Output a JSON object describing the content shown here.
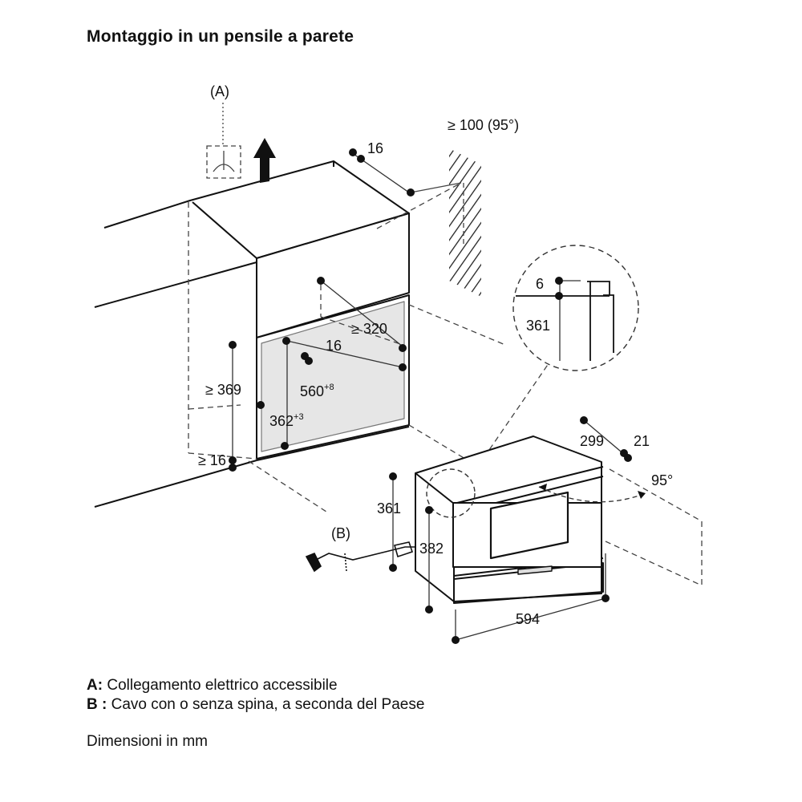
{
  "title": "Montaggio in un pensile a parete",
  "labels": {
    "marker_a": "(A)",
    "marker_b": "(B)",
    "clearance_top": "≥ 100 (95°)",
    "dim_16_top": "16",
    "dim_320": "≥ 320",
    "dim_16_inner": "16",
    "dim_369": "≥ 369",
    "dim_560": "560",
    "dim_560_sup": "+8",
    "dim_362": "362",
    "dim_362_sup": "+3",
    "dim_16_bottom": "≥ 16",
    "detail_6": "6",
    "detail_361": "361",
    "dim_299": "299",
    "dim_21": "21",
    "angle_95": "95°",
    "dim_361": "361",
    "dim_382": "382",
    "dim_594": "594"
  },
  "legend": {
    "a_key": "A:",
    "a_text": "Collegamento elettrico accessibile",
    "b_key": "B :",
    "b_text": "Cavo con o senza spina, a seconda del Paese"
  },
  "units_note": "Dimensioni in mm"
}
